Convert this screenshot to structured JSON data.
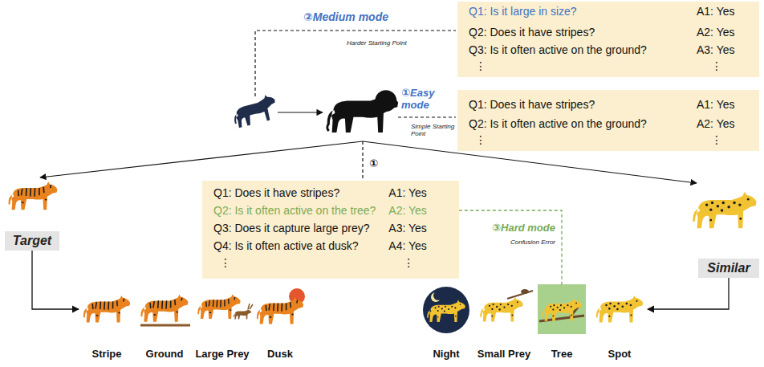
{
  "diagram": {
    "nodes": [
      {
        "text": [
          "Q1: Is it large in size?",
          "A1: Yes",
          "Q2: Does it have stripes?",
          "A2: Yes",
          "Q3: Is it often active on the ground?",
          "A3: Yes",
          "⋮",
          "⋮"
        ]
      },
      {
        "text": [
          "Q1: Does it have stripes?",
          "A1: Yes",
          "Q2: Is it often active on the ground?",
          "A2: Yes",
          "⋮",
          "⋮"
        ]
      },
      {
        "text": [
          "Q1: Does it have stripes?",
          "A1: Yes",
          "Q2: Is it often active on the tree?",
          "A2: Yes",
          "Q3: Does it capture large prey?",
          "A3: Yes",
          "Q4: Is it often active at dusk?",
          "A4: Yes",
          "⋮",
          "⋮"
        ]
      },
      {
        "text": [
          "Target"
        ]
      },
      {
        "text": [
          "Similar"
        ]
      },
      {
        "text": [
          "Stripe"
        ]
      },
      {
        "text": [
          "Ground"
        ]
      },
      {
        "text": [
          "Large Prey"
        ]
      },
      {
        "text": [
          "Dusk"
        ]
      },
      {
        "text": [
          "Night"
        ]
      },
      {
        "text": [
          "Small Prey"
        ]
      },
      {
        "text": [
          "Tree"
        ]
      },
      {
        "text": [
          "Spot"
        ]
      }
    ],
    "edges": [
      {
        "from": 3,
        "to": 5,
        "arrow": "to"
      },
      {
        "from": 4,
        "to": 12,
        "arrow": "to"
      },
      {
        "from": 2,
        "to": 11,
        "arrow": "none"
      }
    ],
    "labels": [
      "②Medium mode",
      "Harder Starting Point",
      "①Easy mode",
      "Simple Starting Point",
      "①",
      "③Hard mode",
      "Confusion Error"
    ]
  }
}
